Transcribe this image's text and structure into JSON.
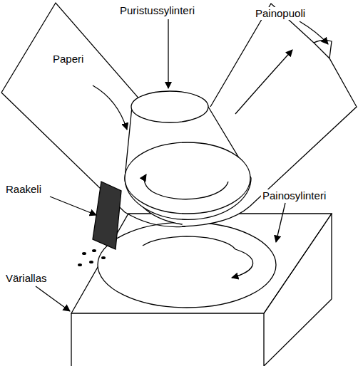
{
  "diagram": {
    "labels": [
      "Puristussylinteri",
      "Painopuoli",
      "Paperi",
      "Raakeli",
      "Painosylinteri",
      "Väriallas"
    ]
  }
}
